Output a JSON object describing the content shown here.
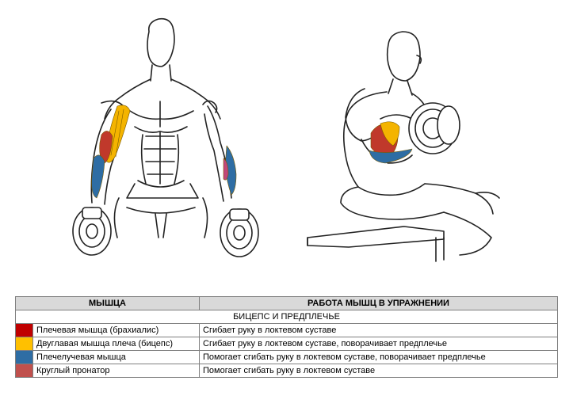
{
  "table": {
    "header_muscle": "МЫШЦА",
    "header_work": "РАБОТА МЫШЦ В УПРАЖНЕНИИ",
    "section_title": "БИЦЕПС И ПРЕДПЛЕЧЬЕ",
    "rows": [
      {
        "color": "#c00000",
        "name": "Плечевая мышца (брахиалис)",
        "work": "Сгибает руку в локтевом суставе"
      },
      {
        "color": "#ffc000",
        "name": "Двуглавая мышца плеча (бицепс)",
        "work": "Сгибает руку в локтевом суставе, поворачивает  предплечье"
      },
      {
        "color": "#2e6da4",
        "name": "Плечелучевая мышца",
        "work": "Помогает сгибать руку в локтевом суставе, поворачивает  предплечье"
      },
      {
        "color": "#c0504d",
        "name": "Круглый пронатор",
        "work": "Помогает сгибать руку в локтевом суставе"
      }
    ]
  }
}
